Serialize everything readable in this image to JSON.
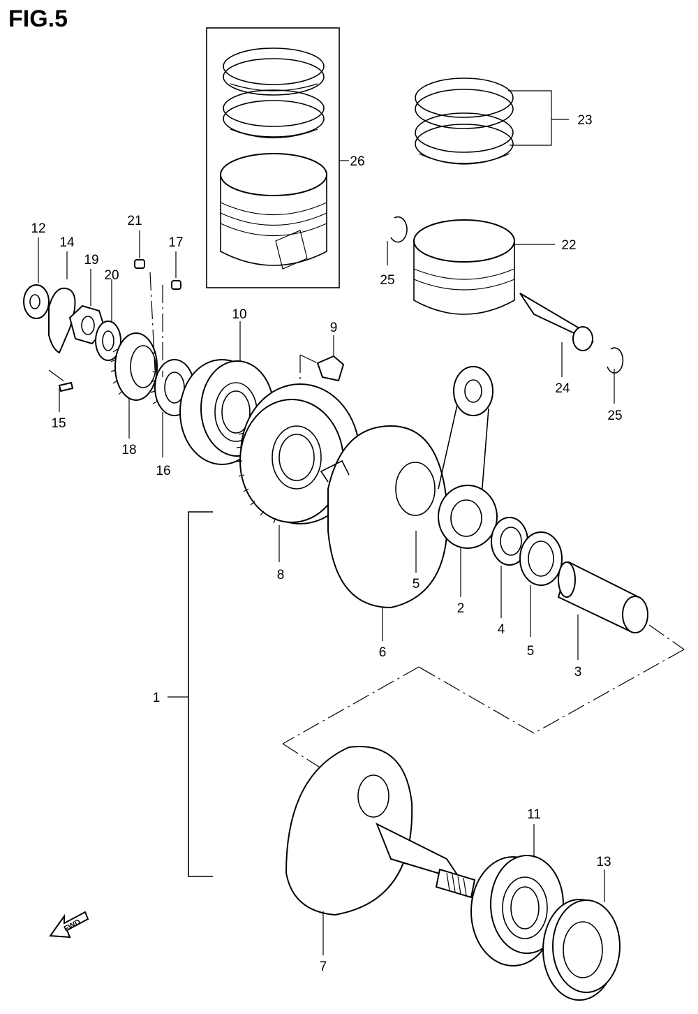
{
  "figure": {
    "title": "FIG.5"
  },
  "callouts": [
    {
      "id": "1",
      "text": "1"
    },
    {
      "id": "2",
      "text": "2"
    },
    {
      "id": "3",
      "text": "3"
    },
    {
      "id": "4",
      "text": "4"
    },
    {
      "id": "5a",
      "text": "5"
    },
    {
      "id": "5b",
      "text": "5"
    },
    {
      "id": "6",
      "text": "6"
    },
    {
      "id": "7",
      "text": "7"
    },
    {
      "id": "8",
      "text": "8"
    },
    {
      "id": "9",
      "text": "9"
    },
    {
      "id": "10",
      "text": "10"
    },
    {
      "id": "11",
      "text": "11"
    },
    {
      "id": "12",
      "text": "12"
    },
    {
      "id": "13",
      "text": "13"
    },
    {
      "id": "14",
      "text": "14"
    },
    {
      "id": "15",
      "text": "15"
    },
    {
      "id": "16",
      "text": "16"
    },
    {
      "id": "17",
      "text": "17"
    },
    {
      "id": "18",
      "text": "18"
    },
    {
      "id": "19",
      "text": "19"
    },
    {
      "id": "20",
      "text": "20"
    },
    {
      "id": "21",
      "text": "21"
    },
    {
      "id": "22",
      "text": "22"
    },
    {
      "id": "23",
      "text": "23"
    },
    {
      "id": "24",
      "text": "24"
    },
    {
      "id": "25a",
      "text": "25"
    },
    {
      "id": "25b",
      "text": "25"
    },
    {
      "id": "26",
      "text": "26"
    }
  ],
  "direction_arrow": {
    "text": "FWD",
    "icon": "fwd-arrow-icon"
  }
}
